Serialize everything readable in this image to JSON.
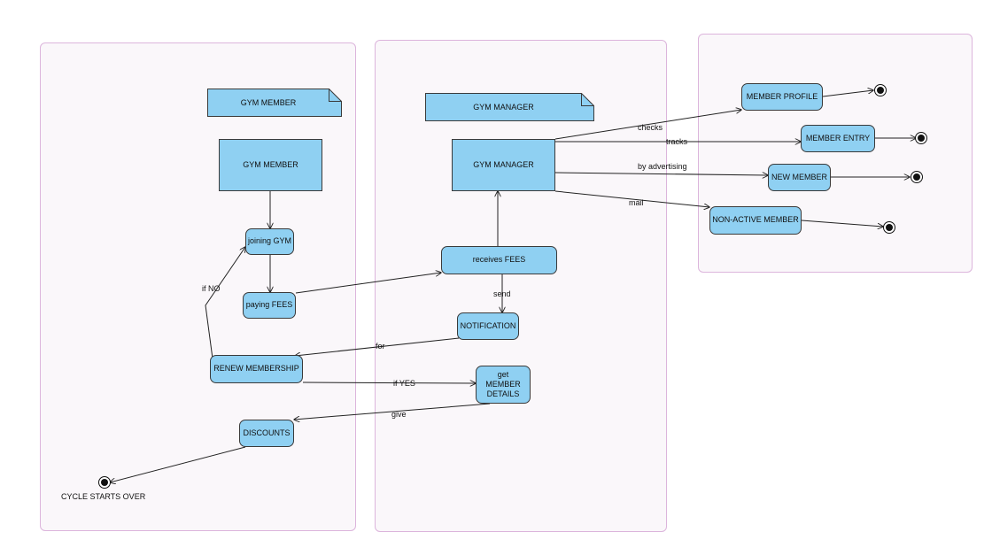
{
  "lanes": {
    "member": {
      "note_title": "GYM MEMBER"
    },
    "manager": {
      "note_title": "GYM MANAGER"
    }
  },
  "nodes": {
    "gym_member": "GYM MEMBER",
    "joining_gym": "joining GYM",
    "paying_fees": "paying FEES",
    "renew_membership": "RENEW MEMBERSHIP",
    "discounts": "DISCOUNTS",
    "gym_manager": "GYM MANAGER",
    "receives_fees": "receives FEES",
    "notification": "NOTIFICATION",
    "get_member_details": "get MEMBER DETAILS",
    "member_profile": "MEMBER PROFILE",
    "member_entry": "MEMBER ENTRY",
    "new_member": "NEW MEMBER",
    "non_active_member": "NON-ACTIVE MEMBER"
  },
  "edge_labels": {
    "if_no": "if NO",
    "send": "send",
    "for": "for",
    "if_yes": "if YES",
    "give": "give",
    "checks": "checks",
    "tracks": "tracks",
    "by_advertising": "by advertising",
    "mail": "mail"
  },
  "final_label": "CYCLE STARTS OVER",
  "colors": {
    "node_fill": "#8fd0f2",
    "lane_border": "#dcb5dc",
    "lane_fill": "#faf7fa",
    "line": "#222222"
  }
}
